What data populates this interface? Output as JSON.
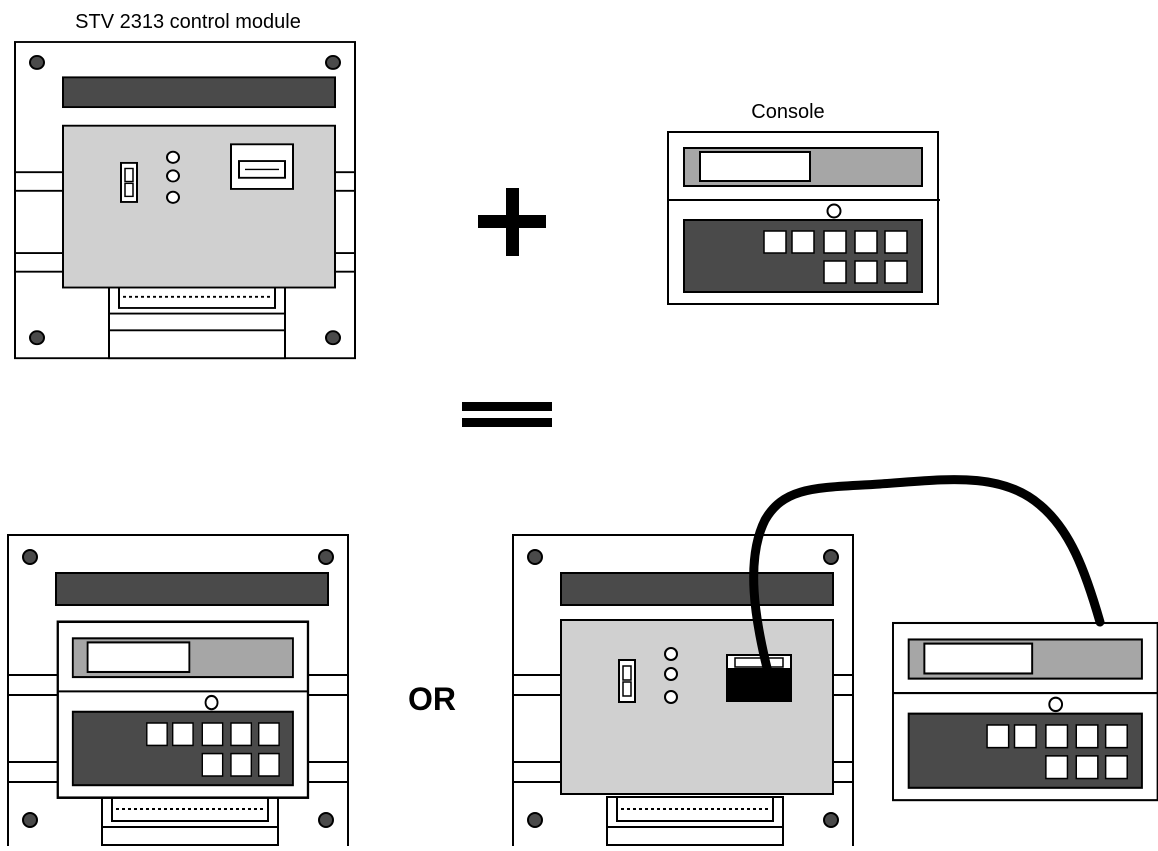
{
  "labels": {
    "control_module": "STV 2313 control module",
    "console": "Console",
    "or": "OR"
  },
  "colors": {
    "dark_panel": "#4a4a4a",
    "mid_gray": "#a6a6a6",
    "light_gray": "#d0d0d0",
    "black": "#000000",
    "white": "#ffffff"
  }
}
